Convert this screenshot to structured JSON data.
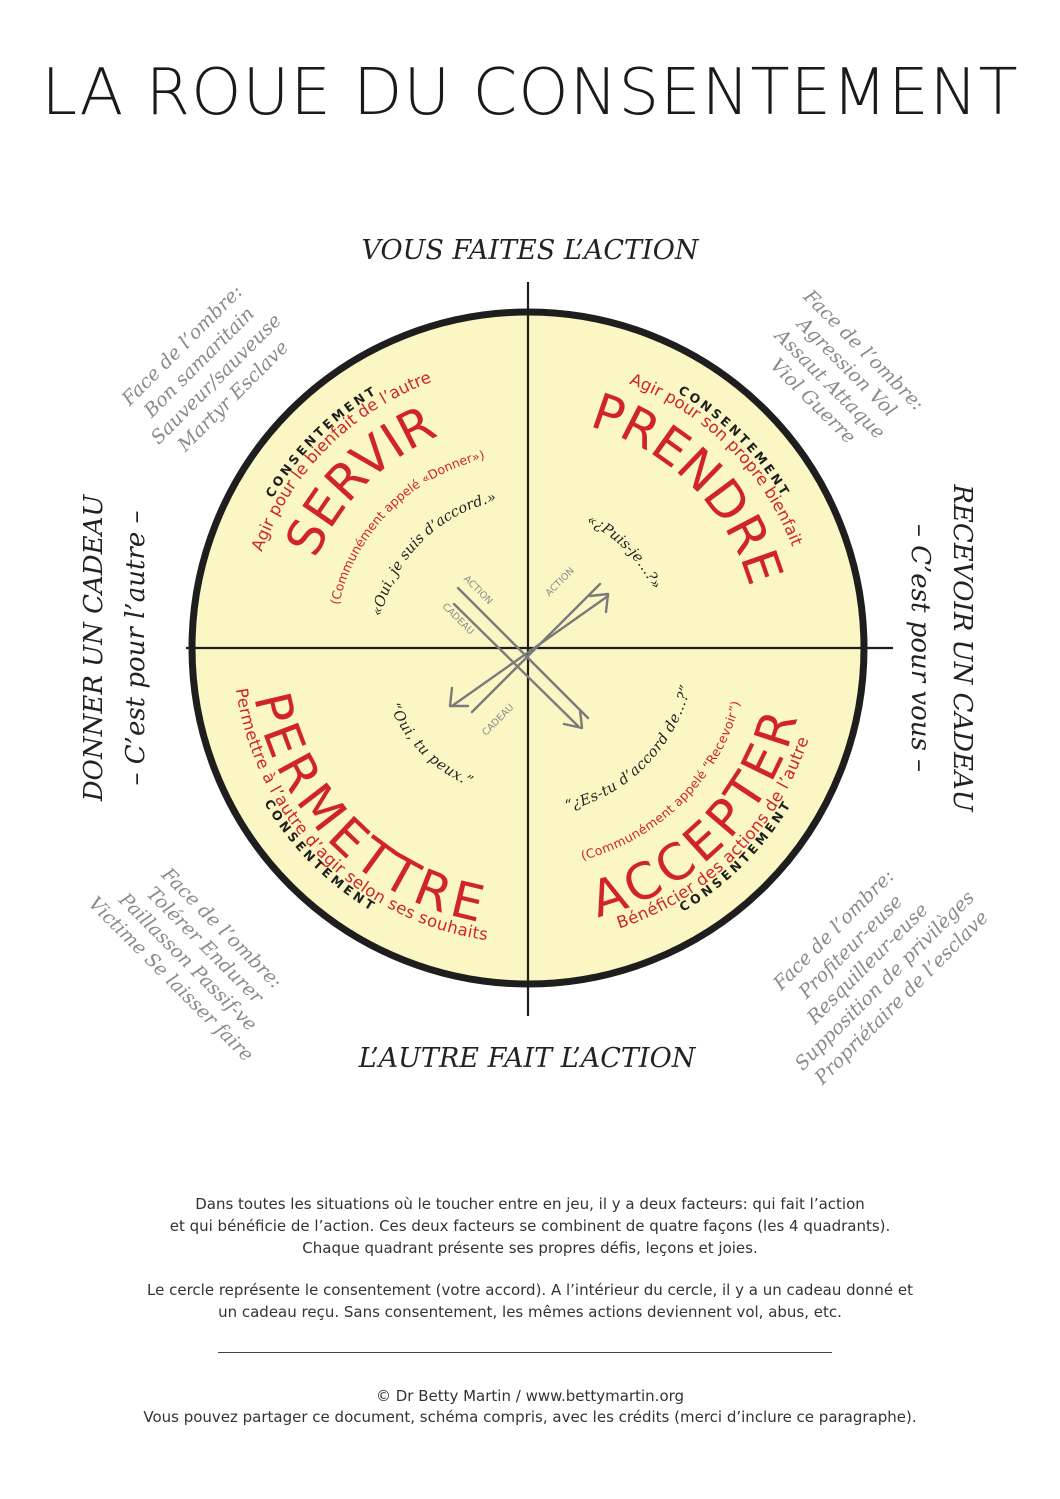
{
  "title": "LA ROUE DU CONSENTEMENT",
  "colors": {
    "fill": "#faf7c4",
    "outline": "#1e1e1e",
    "red": "#d1232b",
    "gray": "#8a8a8a",
    "dark": "#222222"
  },
  "axes": {
    "top": "VOUS FAITES L’ACTION",
    "bottom": "L’AUTRE FAIT L’ACTION",
    "left": "DONNER UN CADEAU",
    "left_sub": "– C’est pour l’autre –",
    "right": "RECEVOIR UN CADEAU",
    "right_sub": "– C’est pour vous –"
  },
  "consent_label": "CONSENTEMENT",
  "quadrants": {
    "servir": {
      "name": "SERVIR",
      "desc": "Agir pour le bienfait de l’autre",
      "aka": "(Communément appelé «Donner»)",
      "quote": "«Oui, je suis d’accord.»",
      "shadow": [
        "Face de l’ombre:",
        "Bon samaritain",
        "Sauveur/sauveuse",
        "Martyr    Esclave"
      ]
    },
    "prendre": {
      "name": "PRENDRE",
      "desc": "Agir pour son propre bienfait",
      "quote": "«¿Puis-je…?»",
      "shadow": [
        "Face de l’ombre:",
        "Agression    Vol",
        "Assaut    Attaque",
        "Viol    Guerre"
      ]
    },
    "permettre": {
      "name": "PERMETTRE",
      "desc": "Permettre à l’autre d’agir selon ses souhaits",
      "quote": "“Oui, tu peux.”",
      "shadow": [
        "Face de l’ombre:",
        "Tolérer    Endurer",
        "Paillasson    Passif-ve",
        "Victime    Se laisser faire"
      ]
    },
    "accepter": {
      "name": "ACCEPTER",
      "desc": "Bénéficier des actions de l’autre",
      "aka": "(Communément appelé “Recevoir”)",
      "quote": "“¿Es-tu d’accord de…?”",
      "shadow": [
        "Face de l’ombre:",
        "Profiteur-euse",
        "Resquilleur-euse",
        "Supposition de privilèges",
        "Propriétaire de l’esclave"
      ]
    }
  },
  "arrows": {
    "action": "ACTION",
    "cadeau": "CADEAU"
  },
  "paragraphs": [
    "Dans toutes les situations où le toucher entre en jeu, il y a deux facteurs: qui fait l’action",
    "et qui bénéficie de l’action. Ces deux facteurs se combinent de quatre façons (les 4 quadrants).",
    "Chaque quadrant présente ses propres défis, leçons et joies.",
    "Le cercle représente le consentement (votre accord). A l’intérieur du cercle, il y a un cadeau donné et",
    "un cadeau reçu. Sans consentement, les mêmes actions deviennent vol, abus, etc."
  ],
  "copyright": "© Dr Betty Martin  /  www.bettymartin.org",
  "license": "Vous pouvez partager ce document, schéma compris, avec les crédits (merci d’inclure ce paragraphe)."
}
